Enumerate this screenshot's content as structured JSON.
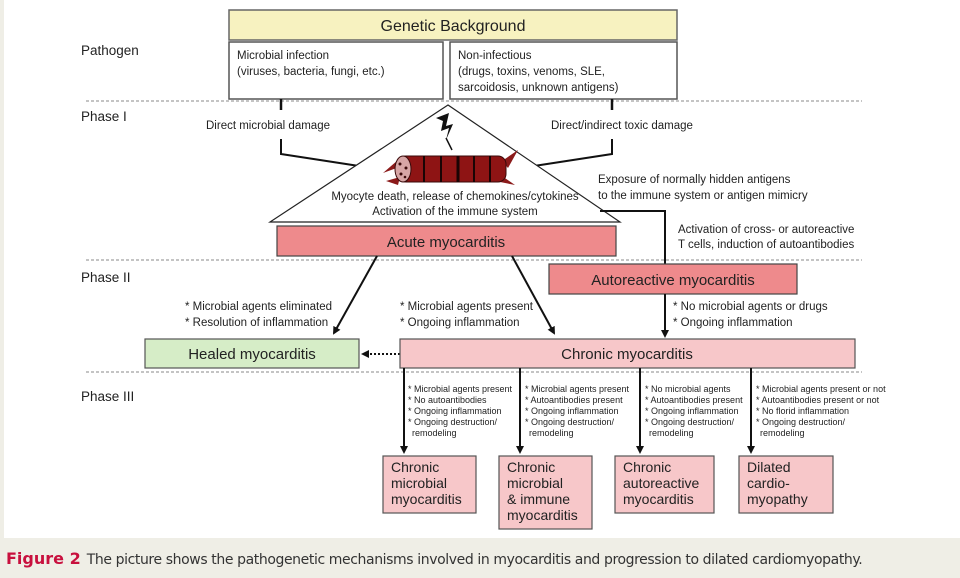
{
  "phases": {
    "pathogen": "Pathogen",
    "phase1": "Phase I",
    "phase2": "Phase II",
    "phase3": "Phase III"
  },
  "genetic_background": "Genetic Background",
  "microbial_box": {
    "line1": "Microbial infection",
    "line2": "(viruses, bacteria, fungi, etc.)"
  },
  "noninfectious_box": {
    "line1": "Non-infectious",
    "line2": "(drugs, toxins, venoms, SLE,",
    "line3": "sarcoidosis, unknown antigens)"
  },
  "direct_microbial_damage": "Direct microbial damage",
  "direct_indirect_toxic": "Direct/indirect toxic damage",
  "triangle_text": {
    "line1": "Myocyte death, release of chemokines/cytokines",
    "line2": "Activation of the immune system"
  },
  "exposure_text": {
    "line1": "Exposure of normally hidden antigens",
    "line2": "to the immune system or antigen mimicry"
  },
  "activation_text": {
    "line1": "Activation of cross- or autoreactive",
    "line2": "T cells, induction of autoantibodies"
  },
  "acute": "Acute myocarditis",
  "autoreactive": "Autoreactive myocarditis",
  "healed": "Healed myocarditis",
  "chronic": "Chronic myocarditis",
  "left_notes": [
    "* Microbial agents eliminated",
    "* Resolution of inflammation"
  ],
  "mid_notes": [
    "* Microbial agents present",
    "* Ongoing inflammation"
  ],
  "right_notes": [
    "* No microbial agents or drugs",
    "* Ongoing inflammation"
  ],
  "phase3_columns": [
    {
      "notes": [
        "* Microbial agents present",
        "* No autoantibodies",
        "* Ongoing inflammation",
        "* Ongoing destruction/",
        "remodeling"
      ],
      "outcome": [
        "Chronic",
        "microbial",
        "myocarditis"
      ]
    },
    {
      "notes": [
        "* Microbial agents present",
        "* Autoantibodies present",
        "* Ongoing inflammation",
        "* Ongoing destruction/",
        "remodeling"
      ],
      "outcome": [
        "Chronic",
        "microbial",
        "& immune",
        "myocarditis"
      ]
    },
    {
      "notes": [
        "* No microbial agents",
        "* Autoantibodies present",
        "* Ongoing inflammation",
        "* Ongoing destruction/",
        "remodeling"
      ],
      "outcome": [
        "Chronic",
        "autoreactive",
        "myocarditis"
      ]
    },
    {
      "notes": [
        "* Microbial agents present or not",
        "* Autoantibodies present or not",
        "* No florid inflammation",
        "* Ongoing destruction/",
        "remodeling"
      ],
      "outcome": [
        "Dilated",
        "cardio-",
        "myopathy"
      ]
    }
  ],
  "icons": {
    "lightning": "lightning-bolt-icon",
    "myocyte": "damaged-myocyte-icon"
  },
  "colors": {
    "genetic_fill": "#f7f2c0",
    "acute_fill": "#ee8a8c",
    "chronic_fill": "#f7c7c9",
    "healed_fill": "#d6edc7",
    "caption_accent": "#c8103e"
  },
  "caption": {
    "label": "Figure 2",
    "text": "The picture shows the pathogenetic mechanisms involved in myocarditis and progression to dilated cardiomyopathy."
  }
}
